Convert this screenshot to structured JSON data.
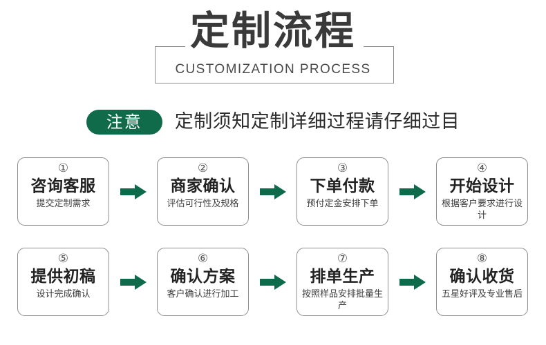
{
  "header": {
    "title_cn": "定制流程",
    "title_en": "CUSTOMIZATION PROCESS"
  },
  "notice": {
    "badge_label": "注意",
    "text": "定制须知定制详细过程请仔细过目"
  },
  "colors": {
    "brand_green": "#0f6b4a",
    "arrow_green": "#0d6b4b",
    "card_border": "#8d8d8d",
    "title_gray": "#3a3a3a",
    "background": "#ffffff"
  },
  "icons": {
    "arrow": "arrow-right-icon"
  },
  "steps": {
    "rows": [
      [
        {
          "number": "①",
          "title": "咨询客服",
          "subtitle": "提交定制需求"
        },
        {
          "number": "②",
          "title": "商家确认",
          "subtitle": "评估可行性及规格"
        },
        {
          "number": "③",
          "title": "下单付款",
          "subtitle": "预付定金安排下单"
        },
        {
          "number": "④",
          "title": "开始设计",
          "subtitle": "根据客户要求进行设计"
        }
      ],
      [
        {
          "number": "⑤",
          "title": "提供初稿",
          "subtitle": "设计完成确认"
        },
        {
          "number": "⑥",
          "title": "确认方案",
          "subtitle": "客户确认进行加工"
        },
        {
          "number": "⑦",
          "title": "排单生产",
          "subtitle": "按照样品安排批量生产"
        },
        {
          "number": "⑧",
          "title": "确认收货",
          "subtitle": "五星好评及专业售后"
        }
      ]
    ]
  }
}
